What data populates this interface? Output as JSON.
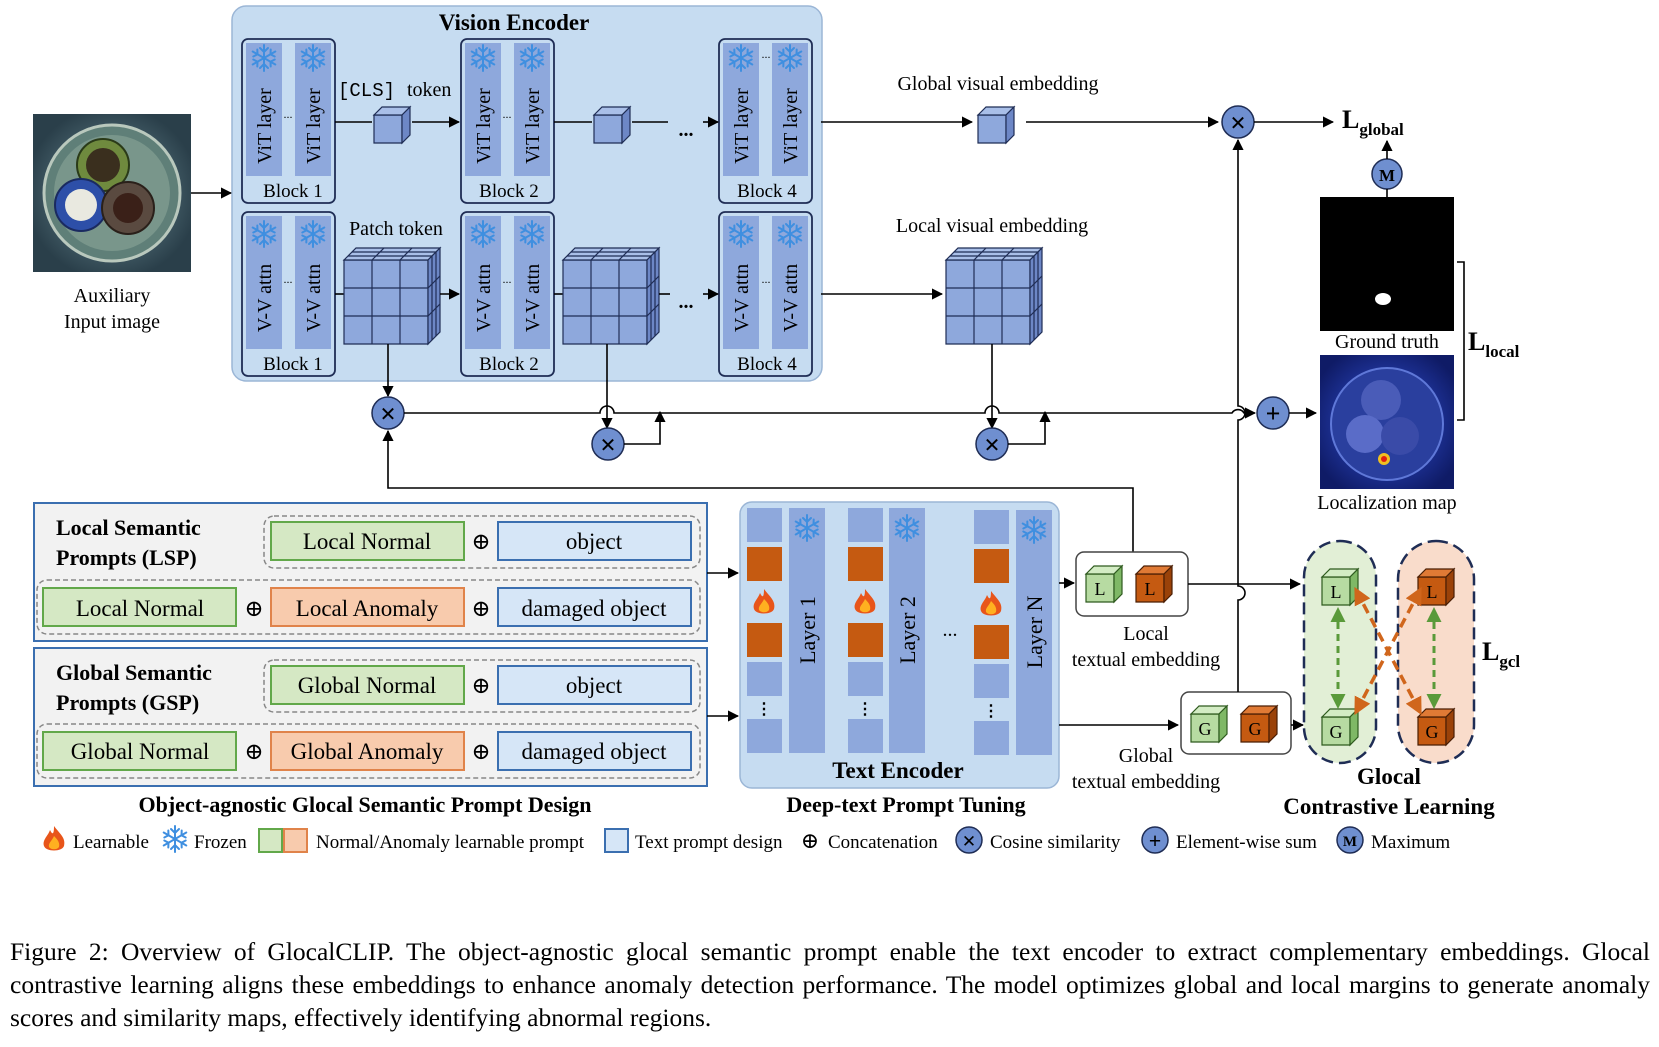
{
  "vision_encoder": {
    "title": "Vision Encoder",
    "vit_layer_label": "ViT layer",
    "vv_attn_label": "V-V attn",
    "block_labels": [
      "Block 1",
      "Block 2",
      "Block 4"
    ],
    "cls_token": "[CLS]",
    "cls_token_suffix": "token",
    "patch_token": "Patch token",
    "ellipsis": "...",
    "small_ellipsis": "..."
  },
  "input": {
    "line1": "Auxiliary",
    "line2": "Input image"
  },
  "embeddings": {
    "global_visual": "Global visual embedding",
    "local_visual": "Local visual embedding",
    "local_textual_line1": "Local",
    "local_textual_line2": "textual embedding",
    "global_textual_line1": "Global",
    "global_textual_line2": "textual embedding"
  },
  "losses": {
    "global_main": "L",
    "global_sub": "global",
    "local_main": "L",
    "local_sub": "local",
    "gcl_main": "L",
    "gcl_sub": "gcl"
  },
  "outputs": {
    "ground_truth": "Ground truth",
    "localization_map": "Localization map"
  },
  "prompts": {
    "lsp_line1": "Local Semantic",
    "lsp_line2": "Prompts (LSP)",
    "gsp_line1": "Global Semantic",
    "gsp_line2": "Prompts (GSP)",
    "local_normal": "Local Normal",
    "local_anomaly": "Local Anomaly",
    "global_normal": "Global Normal",
    "global_anomaly": "Global Anomaly",
    "object": "object",
    "damaged_object": "damaged object",
    "concat_symbol": "⊕",
    "section_title": "Object-agnostic Glocal Semantic Prompt Design"
  },
  "text_encoder": {
    "title": "Text Encoder",
    "layer_labels": [
      "Layer 1",
      "Layer 2",
      "Layer N"
    ],
    "ellipsis": "...",
    "section_title": "Deep-text Prompt Tuning"
  },
  "glocal": {
    "line1": "Glocal",
    "line2": "Contrastive Learning",
    "token_L": "L",
    "token_G": "G"
  },
  "operators": {
    "multiply": "✕",
    "plus": "+",
    "max": "M"
  },
  "legend": {
    "learnable": "Learnable",
    "frozen": "Frozen",
    "prompt": "Normal/Anomaly learnable prompt",
    "text_prompt": "Text prompt design",
    "concat": "Concatenation",
    "cosine": "Cosine similarity",
    "sum": "Element-wise sum",
    "max": "Maximum"
  },
  "caption": "Figure 2: Overview of GlocalCLIP. The object-agnostic glocal semantic prompt enable the text encoder to extract complementary embeddings. Glocal contrastive learning aligns these embeddings to enhance anomaly detection performance. The model optimizes global and local margins to generate anomaly scores and similarity maps, effectively identifying abnormal regions.",
  "colors": {
    "encoder_bg": "#c6dcf1",
    "layer_blue": "#8ea8dc",
    "normal_green": "#d5e8c4",
    "normal_border": "#62a84a",
    "anomaly_orange": "#f8cbad",
    "anomaly_border": "#e0834a",
    "token_orange": "#c55a11",
    "operator_blue": "#6f8fd0"
  }
}
